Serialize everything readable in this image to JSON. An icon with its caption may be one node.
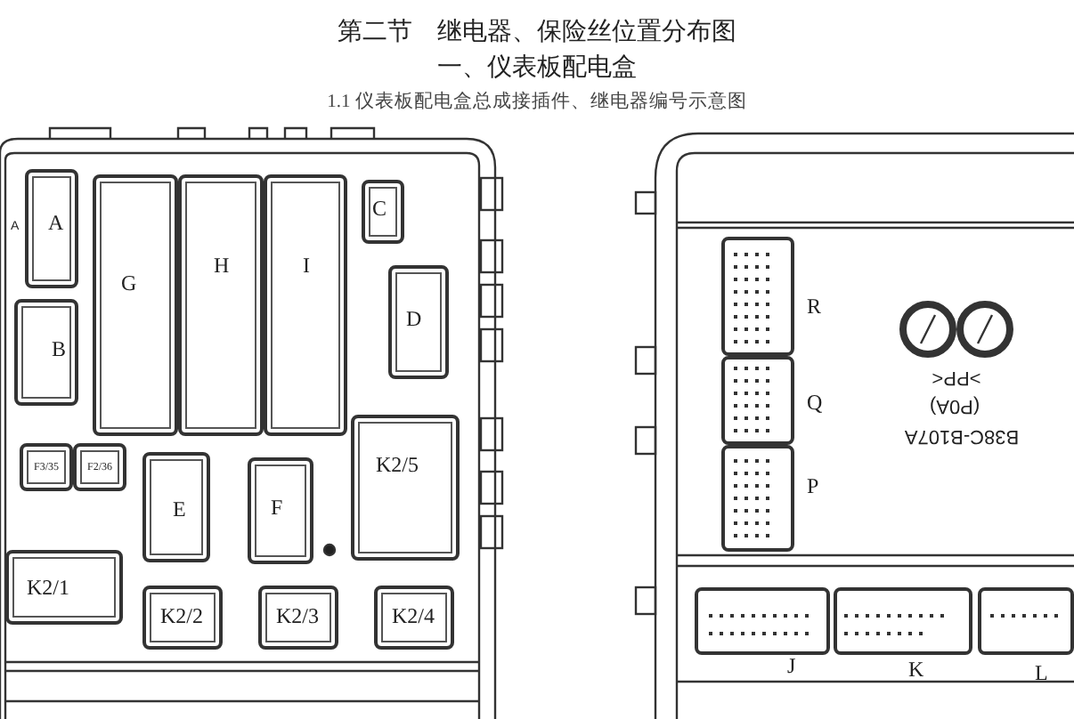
{
  "diagram": {
    "title": "第二节　继电器、保险丝位置分布图",
    "nodes": [
      {
        "text": [
          "A"
        ]
      },
      {
        "text": [
          "G"
        ]
      },
      {
        "text": [
          "H"
        ]
      },
      {
        "text": [
          "I"
        ]
      },
      {
        "text": [
          "C"
        ]
      },
      {
        "text": [
          "D"
        ]
      },
      {
        "text": [
          "B"
        ]
      },
      {
        "text": [
          "F3/35"
        ]
      },
      {
        "text": [
          "F2/36"
        ]
      },
      {
        "text": [
          "E"
        ]
      },
      {
        "text": [
          "F"
        ]
      },
      {
        "text": [
          "K2/5"
        ]
      },
      {
        "text": [
          "K2/1"
        ]
      },
      {
        "text": [
          "K2/2"
        ]
      },
      {
        "text": [
          "K2/3"
        ]
      },
      {
        "text": [
          "K2/4"
        ]
      },
      {
        "text": [
          "R"
        ]
      },
      {
        "text": [
          "Q"
        ]
      },
      {
        "text": [
          "P"
        ]
      },
      {
        "text": [
          "J"
        ]
      },
      {
        "text": [
          "K"
        ]
      },
      {
        "text": [
          "L"
        ]
      }
    ],
    "edges": [],
    "labels": [
      "一、仪表板配电盒",
      "1.1 仪表板配电盒总成接插件、继电器编号示意图",
      "A",
      ">PP<",
      "(P0A)",
      "B38C-B107A"
    ]
  }
}
